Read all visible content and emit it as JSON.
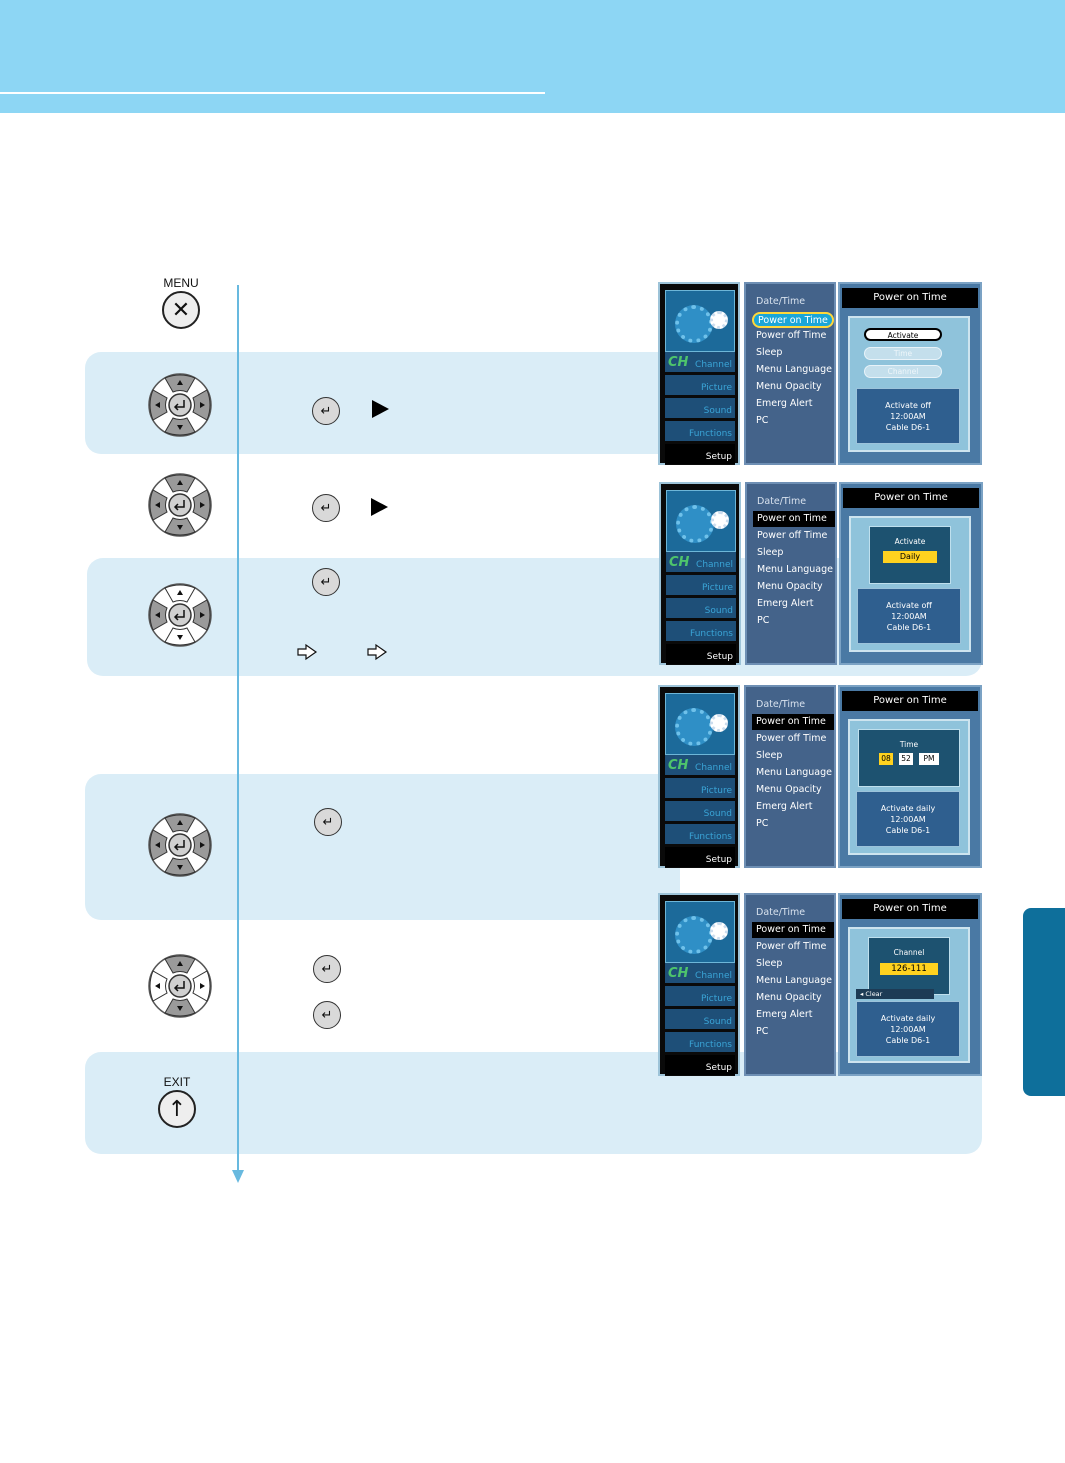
{
  "keys": {
    "menu": "MENU",
    "exit": "EXIT",
    "menu_symbol": "✕",
    "exit_symbol": "↑"
  },
  "osd": {
    "categories": [
      "Channel",
      "Picture",
      "Sound",
      "Functions",
      "Setup"
    ],
    "category_icon": "CH",
    "menu_items": [
      "Date/Time",
      "Power on Time",
      "Power off Time",
      "Sleep",
      "Menu Language",
      "Menu Opacity",
      "Emerg Alert",
      "PC"
    ],
    "panel_title": "Power on Time",
    "screen1": {
      "options": [
        "Activate",
        "Time",
        "Channel"
      ],
      "status": [
        "Activate off",
        "12:00AM",
        "Cable D6-1"
      ]
    },
    "screen2": {
      "label": "Activate",
      "value": "Daily",
      "status": [
        "Activate off",
        "12:00AM",
        "Cable D6-1"
      ]
    },
    "screen3": {
      "label": "Time",
      "hour": "08",
      "minute": "52",
      "ampm": "PM",
      "status": [
        "Activate daily",
        "12:00AM",
        "Cable D6-1"
      ]
    },
    "screen4": {
      "label": "Channel",
      "value": "126-111",
      "clear": "Clear",
      "status": [
        "Activate daily",
        "12:00AM",
        "Cable D6-1"
      ]
    }
  },
  "icons": {
    "enter": "↵",
    "dpad_up": "▲",
    "dpad_down": "▼",
    "dpad_left": "◀",
    "dpad_right": "▶"
  },
  "colors": {
    "header": "#8dd6f4",
    "side_tab": "#0e6f9b",
    "step_background": "#daedf7",
    "flow_line": "#68b9df"
  }
}
